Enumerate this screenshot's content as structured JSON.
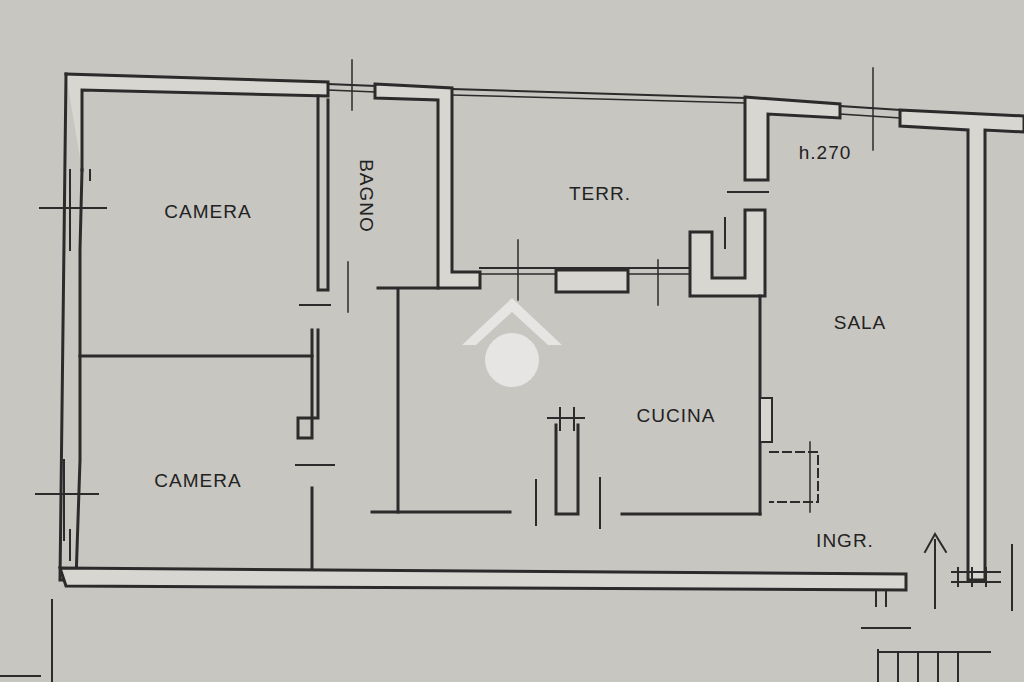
{
  "diagram": {
    "labels": [
      "CAMERA",
      "BAGNO",
      "TERR.",
      "h.270",
      "SALA",
      "CUCINA",
      "CAMERA",
      "INGR."
    ]
  }
}
